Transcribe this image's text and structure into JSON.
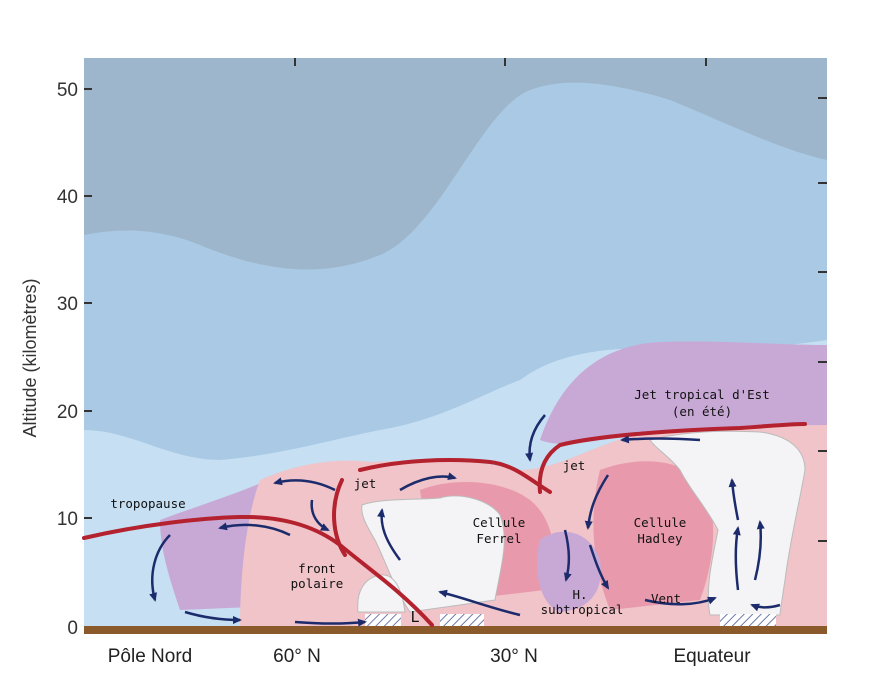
{
  "y_axis": {
    "title": "Altitude (kilomètres)",
    "ticks": [
      "0",
      "10",
      "20",
      "30",
      "40",
      "50"
    ]
  },
  "x_axis": {
    "labels": [
      "Pôle Nord",
      "60° N",
      "30° N",
      "Equateur"
    ]
  },
  "annotations": {
    "tropopause": "tropopause",
    "jet_polar": "jet",
    "jet_subtropical": "jet",
    "front_line1": "front",
    "front_line2": "polaire",
    "ferrel_line1": "Cellule",
    "ferrel_line2": "Ferrel",
    "hadley_line1": "Cellule",
    "hadley_line2": "Hadley",
    "tropical_jet_line1": "Jet tropical d'Est",
    "tropical_jet_line2": "(en été)",
    "high_line1": "H.",
    "high_line2": "subtropical",
    "low": "L",
    "wind": "Vent"
  },
  "colors": {
    "stratosphere_upper": "#9db6cc",
    "stratosphere_mid": "#a9c9e4",
    "stratosphere_light": "#c6dff2",
    "troposphere_pink": "#f0c4c8",
    "troposphere_deep": "#e89aac",
    "lavender": "#c8a9d6",
    "tropopause_line": "#b3222e",
    "arrows": "#1c2b6b",
    "ground": "#8a5a2a",
    "clouds": "#f4f4f6"
  }
}
